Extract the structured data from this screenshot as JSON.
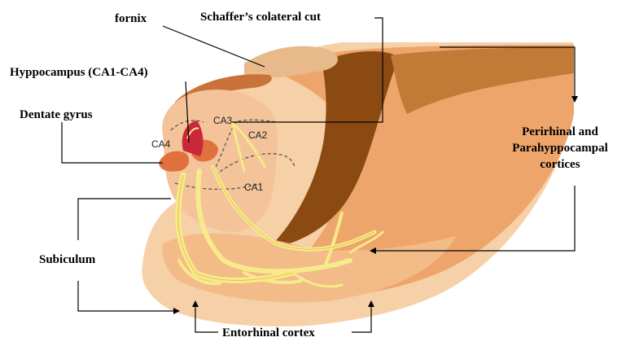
{
  "labels": {
    "fornix": "fornix",
    "schaffer": "Schaffer’s colateral cut",
    "hippocampus": "Hyppocampus (CA1-CA4)",
    "dentate": "Dentate gyrus",
    "perirhinal_line1": "Perirhinal and",
    "perirhinal_line2": "Parahyppocampal",
    "perirhinal_line3": "cortices",
    "subiculum": "Subiculum",
    "entorhinal": "Entorhinal cortex"
  },
  "regions": {
    "ca1": "CA1",
    "ca2": "CA2",
    "ca3": "CA3",
    "ca4": "CA4"
  },
  "colors": {
    "outer_tissue": "#f4c89a",
    "mid_tissue": "#efb37c",
    "dark_tissue": "#8a4a12",
    "fiber": "#f7ea8a",
    "dentate_red": "#c9283a",
    "arrow": "#000000"
  }
}
